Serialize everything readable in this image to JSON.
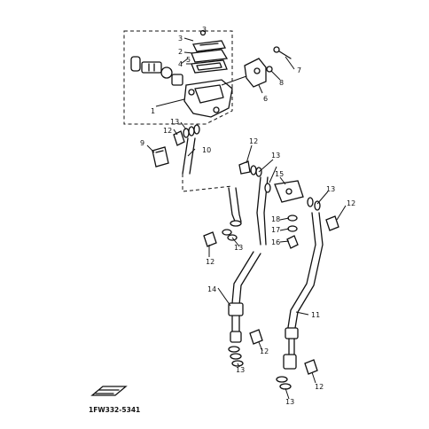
{
  "diagram": {
    "drawing_code": "1FW332-5341",
    "callouts": {
      "c1": "1",
      "c2": "2",
      "c3": "3",
      "c4": "4",
      "c5": "5",
      "c6": "6",
      "c7": "7",
      "c8": "8",
      "c9": "9",
      "c10": "10",
      "c11": "11",
      "c12a": "12",
      "c12b": "12",
      "c12c": "12",
      "c12d": "12",
      "c12e": "12",
      "c12f": "12",
      "c13a": "13",
      "c13b": "13",
      "c13c": "13",
      "c13d": "13",
      "c13e": "13",
      "c13f": "13",
      "c14": "14",
      "c15": "15",
      "c16": "16",
      "c17": "17",
      "c18": "18"
    }
  }
}
